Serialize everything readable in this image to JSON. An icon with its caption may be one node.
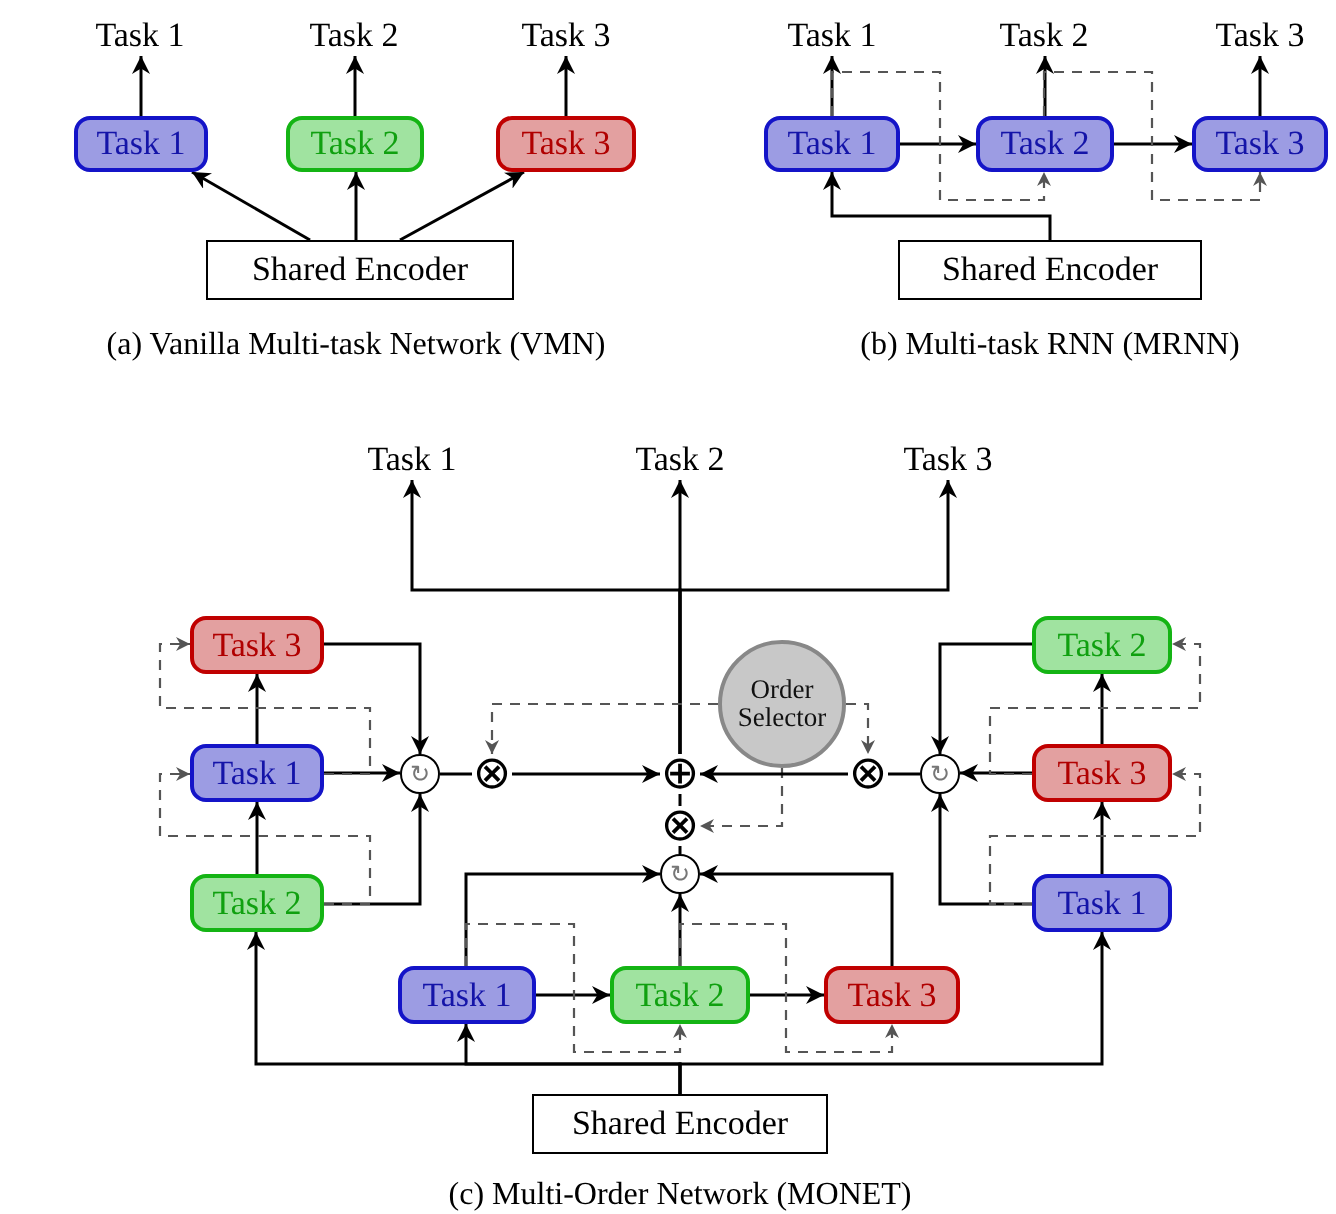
{
  "diagram": {
    "nodes": [
      {
        "text": [
          "Task 1"
        ]
      },
      {
        "text": [
          "Task 2"
        ]
      },
      {
        "text": [
          "Task 3"
        ]
      },
      {
        "text": [
          "Task 1"
        ]
      },
      {
        "text": [
          "Task 2"
        ]
      },
      {
        "text": [
          "Task 3"
        ]
      },
      {
        "text": [
          "Shared Encoder"
        ]
      },
      {
        "text": [
          "Task 1"
        ]
      },
      {
        "text": [
          "Task 2"
        ]
      },
      {
        "text": [
          "Task 3"
        ]
      },
      {
        "text": [
          "Task 1"
        ]
      },
      {
        "text": [
          "Task 2"
        ]
      },
      {
        "text": [
          "Task 3"
        ]
      },
      {
        "text": [
          "Shared Encoder"
        ]
      },
      {
        "text": [
          "Task 1"
        ]
      },
      {
        "text": [
          "Task 2"
        ]
      },
      {
        "text": [
          "Task 3"
        ]
      },
      {
        "text": [
          "Task 3"
        ]
      },
      {
        "text": [
          "Task 2"
        ]
      },
      {
        "text": [
          "Order Selector"
        ]
      },
      {
        "text": [
          "Task 1"
        ]
      },
      {
        "text": [
          "↻"
        ]
      },
      {
        "text": [
          "⊗"
        ]
      },
      {
        "text": [
          "⊕"
        ]
      },
      {
        "text": [
          "⊗"
        ]
      },
      {
        "text": [
          "↻"
        ]
      },
      {
        "text": [
          "Task 3"
        ]
      },
      {
        "text": [
          "⊗"
        ]
      },
      {
        "text": [
          "↻"
        ]
      },
      {
        "text": [
          "Task 2"
        ]
      },
      {
        "text": [
          "Task 1"
        ]
      },
      {
        "text": [
          "Task 1"
        ]
      },
      {
        "text": [
          "Task 2"
        ]
      },
      {
        "text": [
          "Task 3"
        ]
      },
      {
        "text": [
          "Shared Encoder"
        ]
      }
    ],
    "edges": [
      {
        "from": 3,
        "to": 0,
        "arrow": "to"
      },
      {
        "from": 4,
        "to": 1,
        "arrow": "to"
      },
      {
        "from": 5,
        "to": 2,
        "arrow": "to"
      },
      {
        "from": 6,
        "to": 3,
        "arrow": "to"
      },
      {
        "from": 6,
        "to": 4,
        "arrow": "to"
      },
      {
        "from": 6,
        "to": 5,
        "arrow": "to"
      },
      {
        "from": 10,
        "to": 7,
        "arrow": "to"
      },
      {
        "from": 11,
        "to": 8,
        "arrow": "to"
      },
      {
        "from": 12,
        "to": 9,
        "arrow": "to"
      },
      {
        "from": 10,
        "to": 11,
        "arrow": "to"
      },
      {
        "from": 11,
        "to": 12,
        "arrow": "to"
      },
      {
        "from": 13,
        "to": 10,
        "arrow": "to"
      },
      {
        "from": 10,
        "to": 11,
        "arrow": "to",
        "style": "dashed",
        "color": "#555555"
      },
      {
        "from": 11,
        "to": 12,
        "arrow": "to",
        "style": "dashed",
        "color": "#555555"
      },
      {
        "from": 23,
        "to": 14,
        "arrow": "to"
      },
      {
        "from": 23,
        "to": 15,
        "arrow": "to"
      },
      {
        "from": 23,
        "to": 16,
        "arrow": "to"
      },
      {
        "from": 29,
        "to": 20,
        "arrow": "to"
      },
      {
        "from": 20,
        "to": 17,
        "arrow": "to"
      },
      {
        "from": 17,
        "to": 21,
        "arrow": "to"
      },
      {
        "from": 20,
        "to": 21,
        "arrow": "to"
      },
      {
        "from": 29,
        "to": 21,
        "arrow": "to"
      },
      {
        "from": 21,
        "to": 22,
        "arrow": "none"
      },
      {
        "from": 22,
        "to": 23,
        "arrow": "to"
      },
      {
        "from": 20,
        "to": 17,
        "arrow": "to",
        "style": "dashed",
        "color": "#555555"
      },
      {
        "from": 29,
        "to": 20,
        "arrow": "to",
        "style": "dashed",
        "color": "#555555"
      },
      {
        "from": 19,
        "to": 22,
        "arrow": "to",
        "style": "dashed",
        "color": "#555555"
      },
      {
        "from": 19,
        "to": 24,
        "arrow": "to",
        "style": "dashed",
        "color": "#555555"
      },
      {
        "from": 19,
        "to": 27,
        "arrow": "to",
        "style": "dashed",
        "color": "#555555"
      },
      {
        "from": 24,
        "to": 23,
        "arrow": "to"
      },
      {
        "from": 25,
        "to": 24,
        "arrow": "none"
      },
      {
        "from": 30,
        "to": 26,
        "arrow": "to"
      },
      {
        "from": 26,
        "to": 18,
        "arrow": "to"
      },
      {
        "from": 18,
        "to": 25,
        "arrow": "to"
      },
      {
        "from": 26,
        "to": 25,
        "arrow": "to"
      },
      {
        "from": 30,
        "to": 25,
        "arrow": "to"
      },
      {
        "from": 26,
        "to": 18,
        "arrow": "to",
        "style": "dashed",
        "color": "#555555"
      },
      {
        "from": 30,
        "to": 26,
        "arrow": "to",
        "style": "dashed",
        "color": "#555555"
      },
      {
        "from": 28,
        "to": 27,
        "arrow": "none"
      },
      {
        "from": 27,
        "to": 23,
        "arrow": "none"
      },
      {
        "from": 34,
        "to": 29,
        "arrow": "to"
      },
      {
        "from": 34,
        "to": 31,
        "arrow": "to"
      },
      {
        "from": 34,
        "to": 30,
        "arrow": "to"
      },
      {
        "from": 31,
        "to": 32,
        "arrow": "to"
      },
      {
        "from": 32,
        "to": 33,
        "arrow": "to"
      },
      {
        "from": 31,
        "to": 28,
        "arrow": "to"
      },
      {
        "from": 32,
        "to": 28,
        "arrow": "to"
      },
      {
        "from": 33,
        "to": 28,
        "arrow": "to"
      },
      {
        "from": 31,
        "to": 32,
        "arrow": "to",
        "style": "dashed",
        "color": "#555555"
      },
      {
        "from": 32,
        "to": 33,
        "arrow": "to",
        "style": "dashed",
        "color": "#555555"
      }
    ],
    "labels": [
      "(a) Vanilla Multi-task Network (VMN)",
      "(b) Multi-task RNN (MRNN)",
      "(c) Multi-Order Network (MONET)"
    ]
  }
}
